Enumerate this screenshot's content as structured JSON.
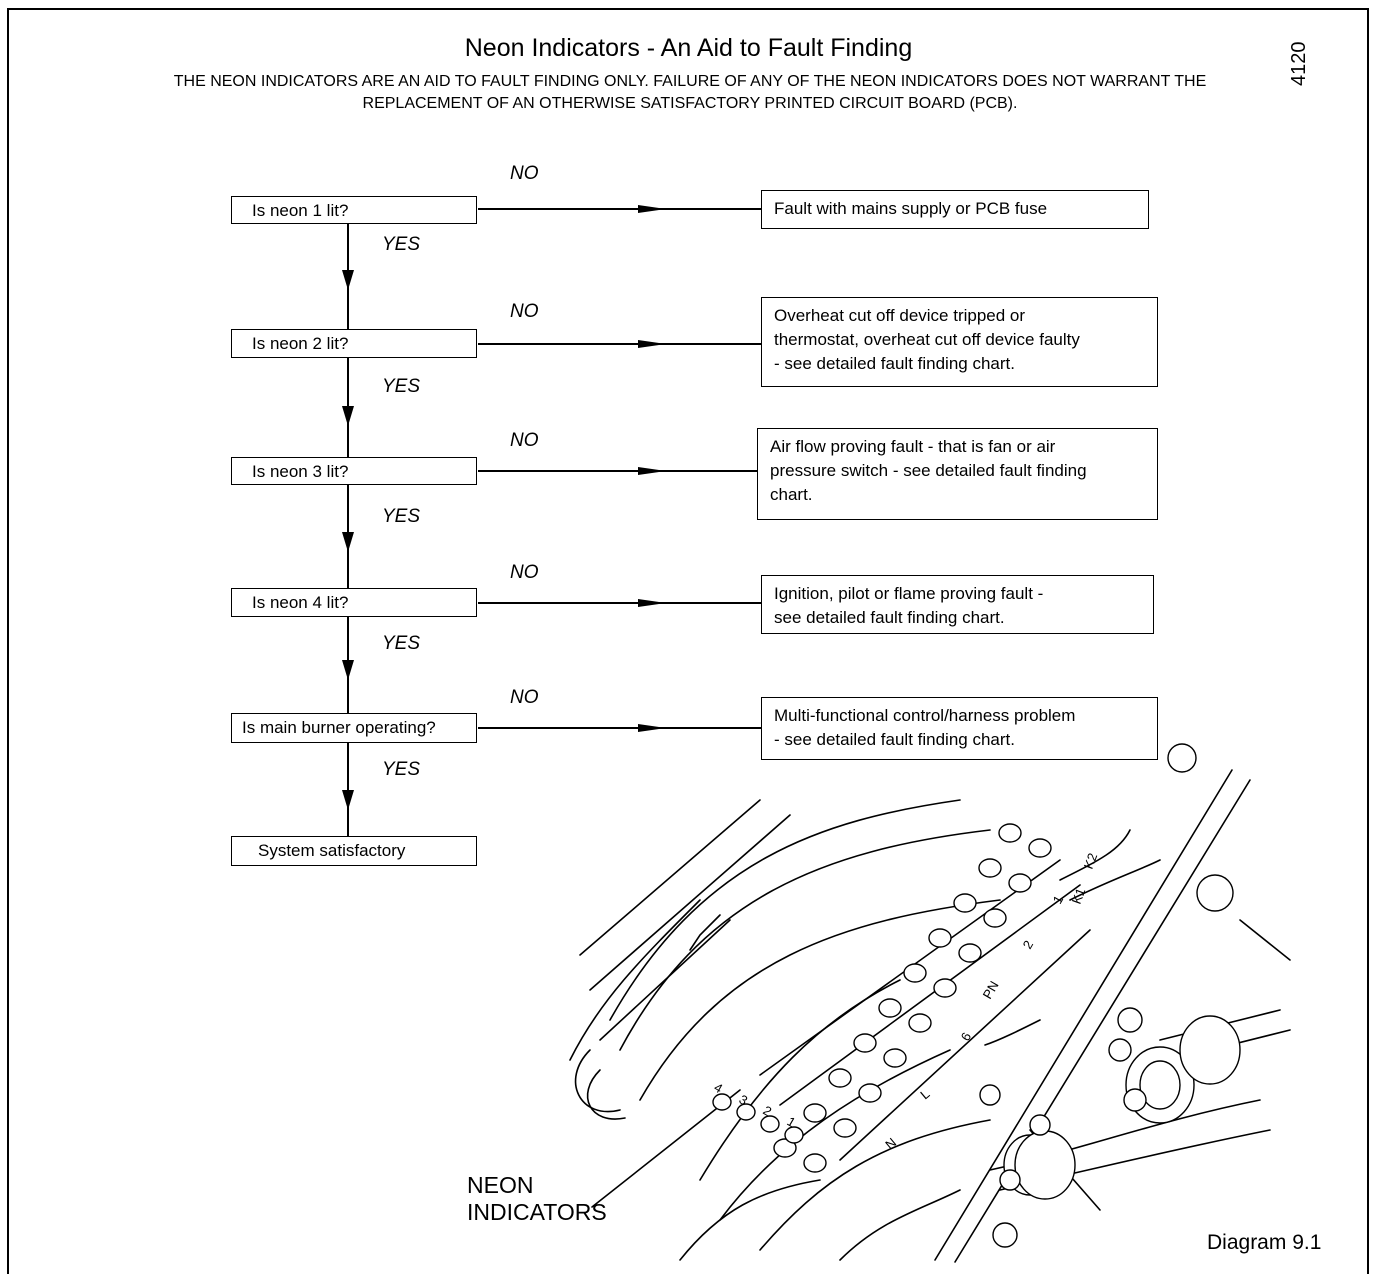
{
  "title": "Neon Indicators - An Aid to Fault Finding",
  "warning_line1": "THE NEON INDICATORS ARE AN AID TO FAULT FINDING ONLY.  FAILURE OF ANY OF THE NEON INDICATORS DOES NOT WARRANT THE",
  "warning_line2": "REPLACEMENT  OF AN OTHERWISE SATISFACTORY PRINTED CIRCUIT BOARD (PCB).",
  "figure_code": "4120",
  "flow": {
    "questions": [
      "Is neon 1 lit?",
      "Is neon 2 lit?",
      "Is neon 3 lit?",
      "Is neon 4 lit?",
      "Is main burner operating?"
    ],
    "end": "System satisfactory",
    "no_label": "NO",
    "yes_label": "YES",
    "faults": [
      [
        "Fault with mains supply or PCB fuse"
      ],
      [
        "Overheat  cut off device tripped or",
        "thermostat, overheat cut off device faulty",
        "- see detailed fault finding chart."
      ],
      [
        "Air flow proving fault - that is fan or air",
        "pressure switch - see detailed fault finding",
        "chart."
      ],
      [
        "Ignition, pilot or flame proving fault -",
        "see detailed fault finding chart."
      ],
      [
        "Multi-functional control/harness problem",
        "- see detailed fault finding chart."
      ]
    ]
  },
  "illustration": {
    "callout_line1": "NEON",
    "callout_line2": "INDICATORS",
    "terminal_marks": [
      "4",
      "3",
      "2",
      "1",
      "N",
      "L",
      "6",
      "PN",
      "2",
      "1",
      "K1",
      "K2"
    ]
  },
  "diagram_number": "Diagram 9.1"
}
